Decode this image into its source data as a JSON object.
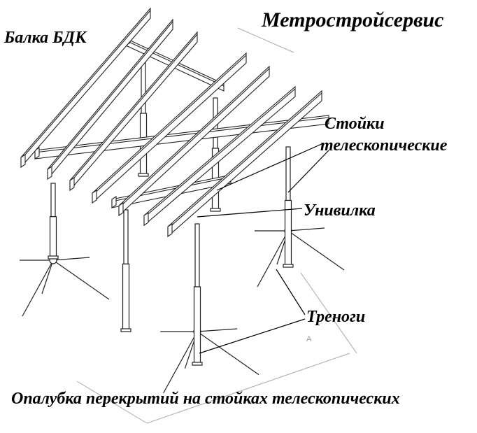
{
  "brand": "Метростройсервис",
  "labels": {
    "beam": "Балка БДК",
    "props_line1": "Стойки",
    "props_line2": "телескопические",
    "fork": "Унивилка",
    "tripods": "Треноги"
  },
  "caption": "Опалубка перекрытий на стойках телескопических",
  "dimension_mark": "A",
  "colors": {
    "ink": "#000000",
    "line": "#222222",
    "dimension": "#aaaaaa",
    "background": "#ffffff"
  }
}
